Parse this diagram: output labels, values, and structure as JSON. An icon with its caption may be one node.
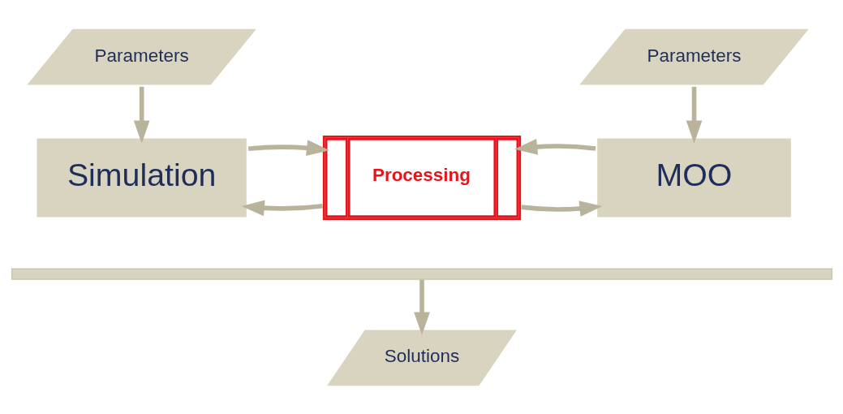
{
  "diagram": {
    "nodes": [
      {
        "text": [
          "Parameters"
        ]
      },
      {
        "text": [
          "Parameters"
        ]
      },
      {
        "text": [
          "Simulation"
        ]
      },
      {
        "text": [
          "Processing"
        ]
      },
      {
        "text": [
          "MOO"
        ]
      },
      {
        "text": [],
        "shape": "bar"
      },
      {
        "text": [
          "Solutions"
        ]
      }
    ],
    "edges": [
      {
        "from": 0,
        "to": 2,
        "arrow": "to"
      },
      {
        "from": 1,
        "to": 4,
        "arrow": "to"
      },
      {
        "from": 3,
        "to": 2,
        "arrow": "to"
      },
      {
        "from": 2,
        "to": 3,
        "arrow": "to"
      },
      {
        "from": 3,
        "to": 4,
        "arrow": "to"
      },
      {
        "from": 4,
        "to": 3,
        "arrow": "to"
      },
      {
        "from": 5,
        "to": 6,
        "arrow": "to"
      }
    ]
  }
}
